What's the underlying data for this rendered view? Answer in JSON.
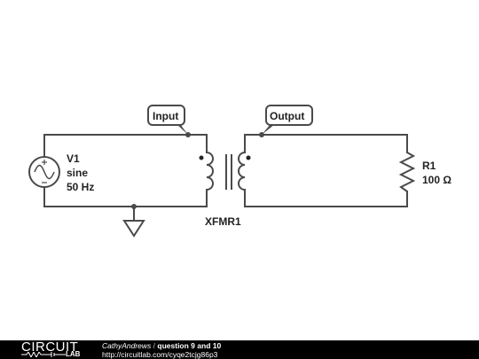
{
  "source": {
    "name": "V1",
    "type": "sine",
    "frequency": "50 Hz"
  },
  "transformer": {
    "name": "XFMR1"
  },
  "resistor": {
    "name": "R1",
    "value": "100 Ω"
  },
  "net_labels": {
    "input": "Input",
    "output": "Output"
  },
  "footer": {
    "logo_text": "CIRCUIT",
    "logo_sub": "LAB",
    "author": "CathyAndrews",
    "separator": "/",
    "title": "question 9 and 10",
    "url": "http://circuitlab.com/cyqe2tcjg86p3"
  },
  "colors": {
    "wire": "#4a4a4a",
    "footer_bg": "#000000"
  }
}
